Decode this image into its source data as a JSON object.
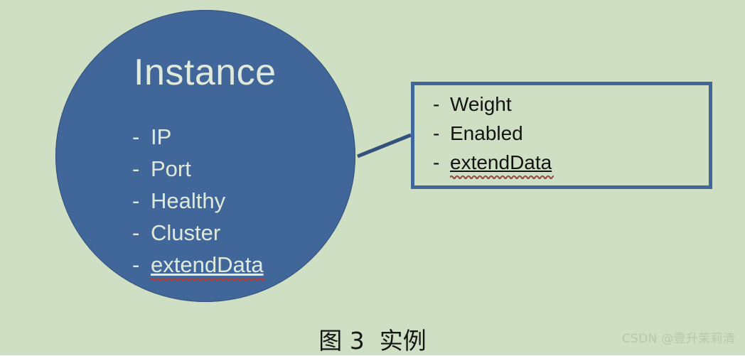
{
  "figure": {
    "caption": "图 3  实例",
    "watermark": "CSDN @壹升茉莉清",
    "background_color": "#cfdfc3"
  },
  "entity": {
    "title": "Instance",
    "shape": "circle",
    "fill_color": "#41669a",
    "text_color": "#dfeada",
    "bullet": "-",
    "fields": [
      {
        "label": "IP",
        "misspelled": false
      },
      {
        "label": "Port",
        "misspelled": false
      },
      {
        "label": "Healthy",
        "misspelled": false
      },
      {
        "label": "Cluster",
        "misspelled": false
      },
      {
        "label": "extendData",
        "misspelled": true
      }
    ]
  },
  "attribute_box": {
    "shape": "rectangle",
    "border_color": "#41669a",
    "fill_color": "#cfdfc3",
    "text_color": "#131313",
    "bullet": "-",
    "fields": [
      {
        "label": "Weight",
        "misspelled": false
      },
      {
        "label": "Enabled",
        "misspelled": false
      },
      {
        "label": "extendData",
        "misspelled": true
      }
    ]
  },
  "connector": {
    "color": "#33517c",
    "from": "entity-circle",
    "to": "attribute-box"
  }
}
